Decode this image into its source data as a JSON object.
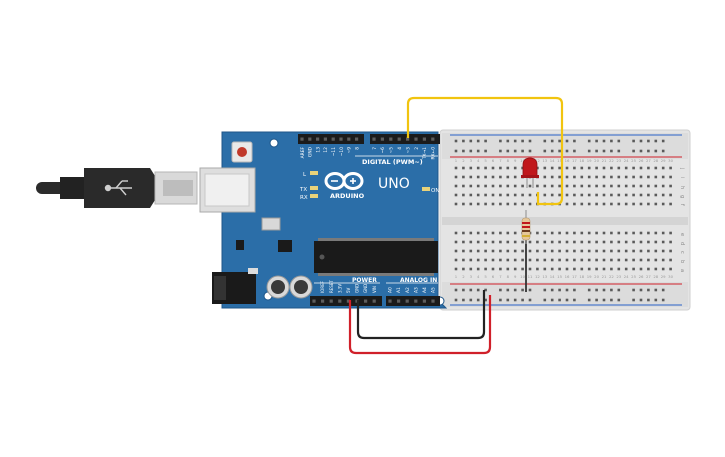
{
  "board": {
    "name": "UNO",
    "brand": "ARDUINO",
    "digital_label": "DIGITAL (PWM~)",
    "power_label": "POWER",
    "analog_label": "ANALOG IN",
    "on_label": "ON",
    "l_label": "L",
    "tx_label": "TX",
    "rx_label": "RX",
    "top_pins": [
      "AREF",
      "GND",
      "13",
      "12",
      "~11",
      "~10",
      "~9",
      "8",
      "7",
      "~6",
      "~5",
      "4",
      "~3",
      "2",
      "TX→1",
      "RX←0"
    ],
    "power_pins": [
      "IOREF",
      "RESET",
      "3.3V",
      "5V",
      "GND",
      "GND",
      "VIN"
    ],
    "analog_pins": [
      "A0",
      "A1",
      "A2",
      "A3",
      "A4",
      "A5"
    ]
  },
  "breadboard": {
    "row_letters_top": [
      "j",
      "i",
      "h",
      "g",
      "f"
    ],
    "row_letters_bottom": [
      "e",
      "d",
      "c",
      "b",
      "a"
    ],
    "columns": 30
  },
  "colors": {
    "board_blue": "#2b6ea8",
    "board_dark": "#1f5588",
    "wire_yellow": "#f1c40f",
    "wire_red": "#d0202a",
    "wire_black": "#222222",
    "led_red": "#c0171b",
    "rail_red": "#d0202a",
    "rail_blue": "#2a62c8"
  },
  "icons": {
    "usb_cable": "usb-cable-icon",
    "reset_button": "reset-button-icon",
    "arduino_logo": "infinity-logo-icon",
    "led": "led-icon",
    "resistor": "resistor-icon",
    "power_jack": "dc-jack-icon",
    "chip": "atmega-chip-icon",
    "capacitor": "capacitor-icon"
  }
}
